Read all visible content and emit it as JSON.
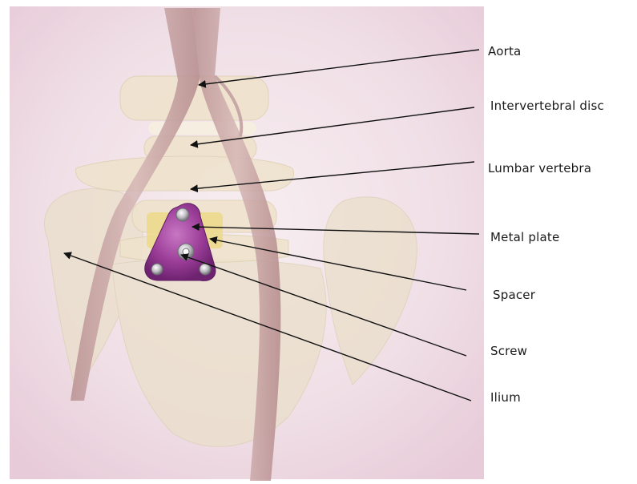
{
  "labels": {
    "aorta": "Aorta",
    "intervertebral_disc": "Intervertebral disc",
    "lumbar_vertebra": "Lumbar vertebra",
    "metal_plate": "Metal plate",
    "spacer": "Spacer",
    "screw": "Screw",
    "ilium": "Ilium"
  },
  "colors": {
    "background": "#f1e4ea",
    "bone": "#e9dcc5",
    "vessel": "#c9a6a6",
    "plate": "#9c3c9a",
    "arrow": "#111111"
  }
}
